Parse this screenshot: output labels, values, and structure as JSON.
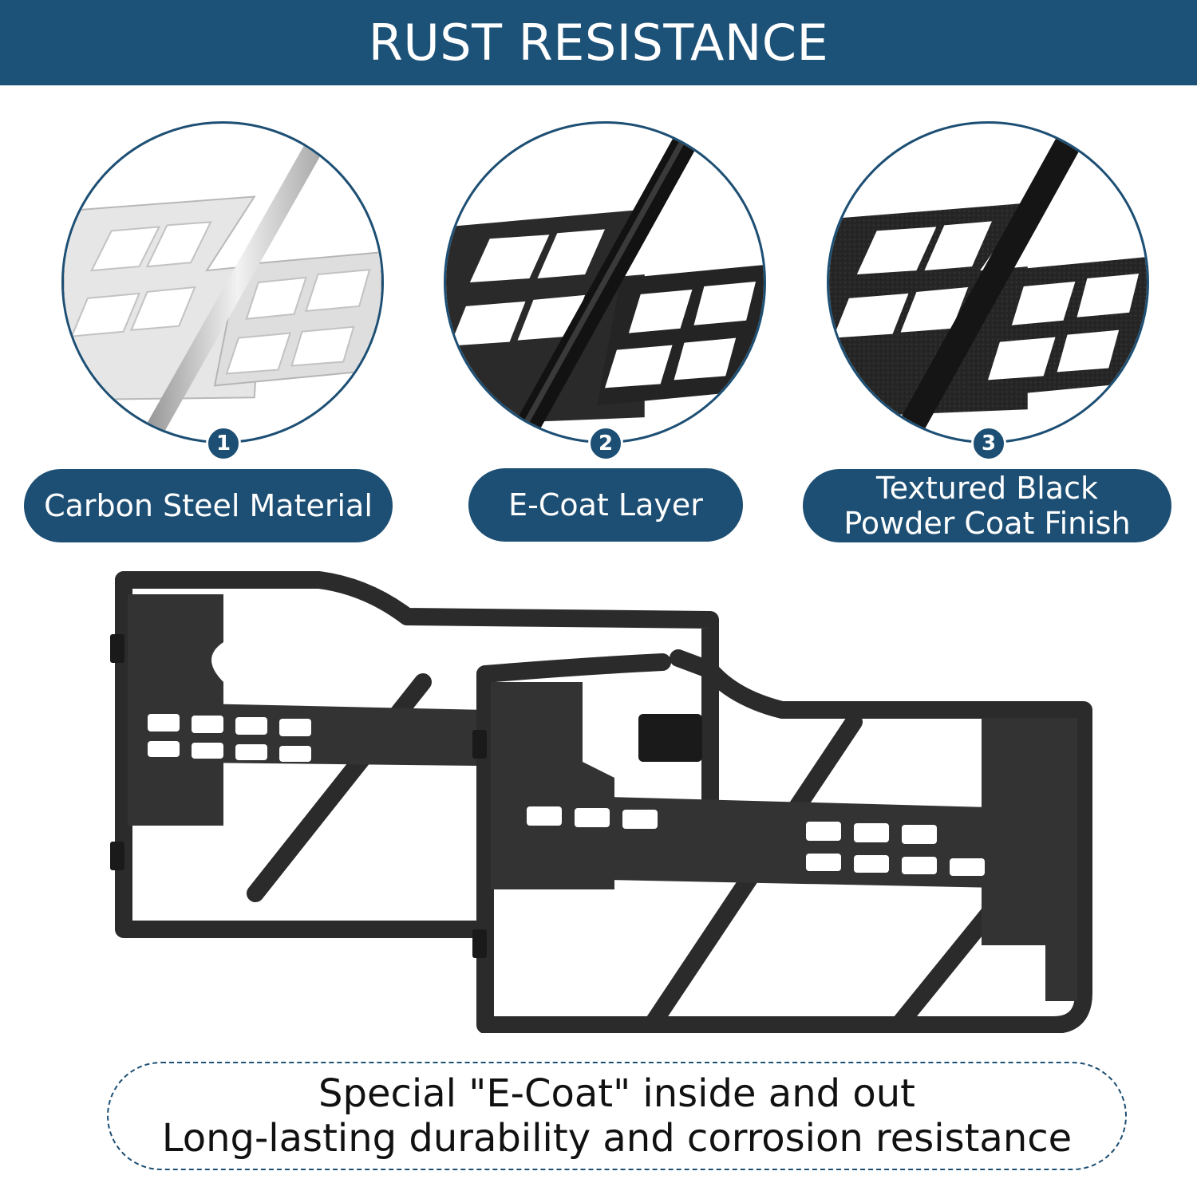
{
  "header": {
    "title": "RUST RESISTANCE"
  },
  "layers": [
    {
      "number": "1",
      "label_lines": [
        "Carbon Steel Material"
      ],
      "finish": "raw",
      "color": "#c9c9c9"
    },
    {
      "number": "2",
      "label_lines": [
        "E-Coat Layer"
      ],
      "finish": "ecoat",
      "color": "#1f1f1f"
    },
    {
      "number": "3",
      "label_lines": [
        "Textured Black",
        "Powder Coat Finish"
      ],
      "finish": "powder",
      "color": "#232323"
    }
  ],
  "product": {
    "name": "tube-door-pair",
    "color": "#2b2b2b"
  },
  "footer": {
    "line1": "Special \"E-Coat\" inside and out",
    "line2": "Long-lasting durability and corrosion resistance"
  },
  "colors": {
    "brand": "#1d5278",
    "accent": "#1d4f74"
  }
}
